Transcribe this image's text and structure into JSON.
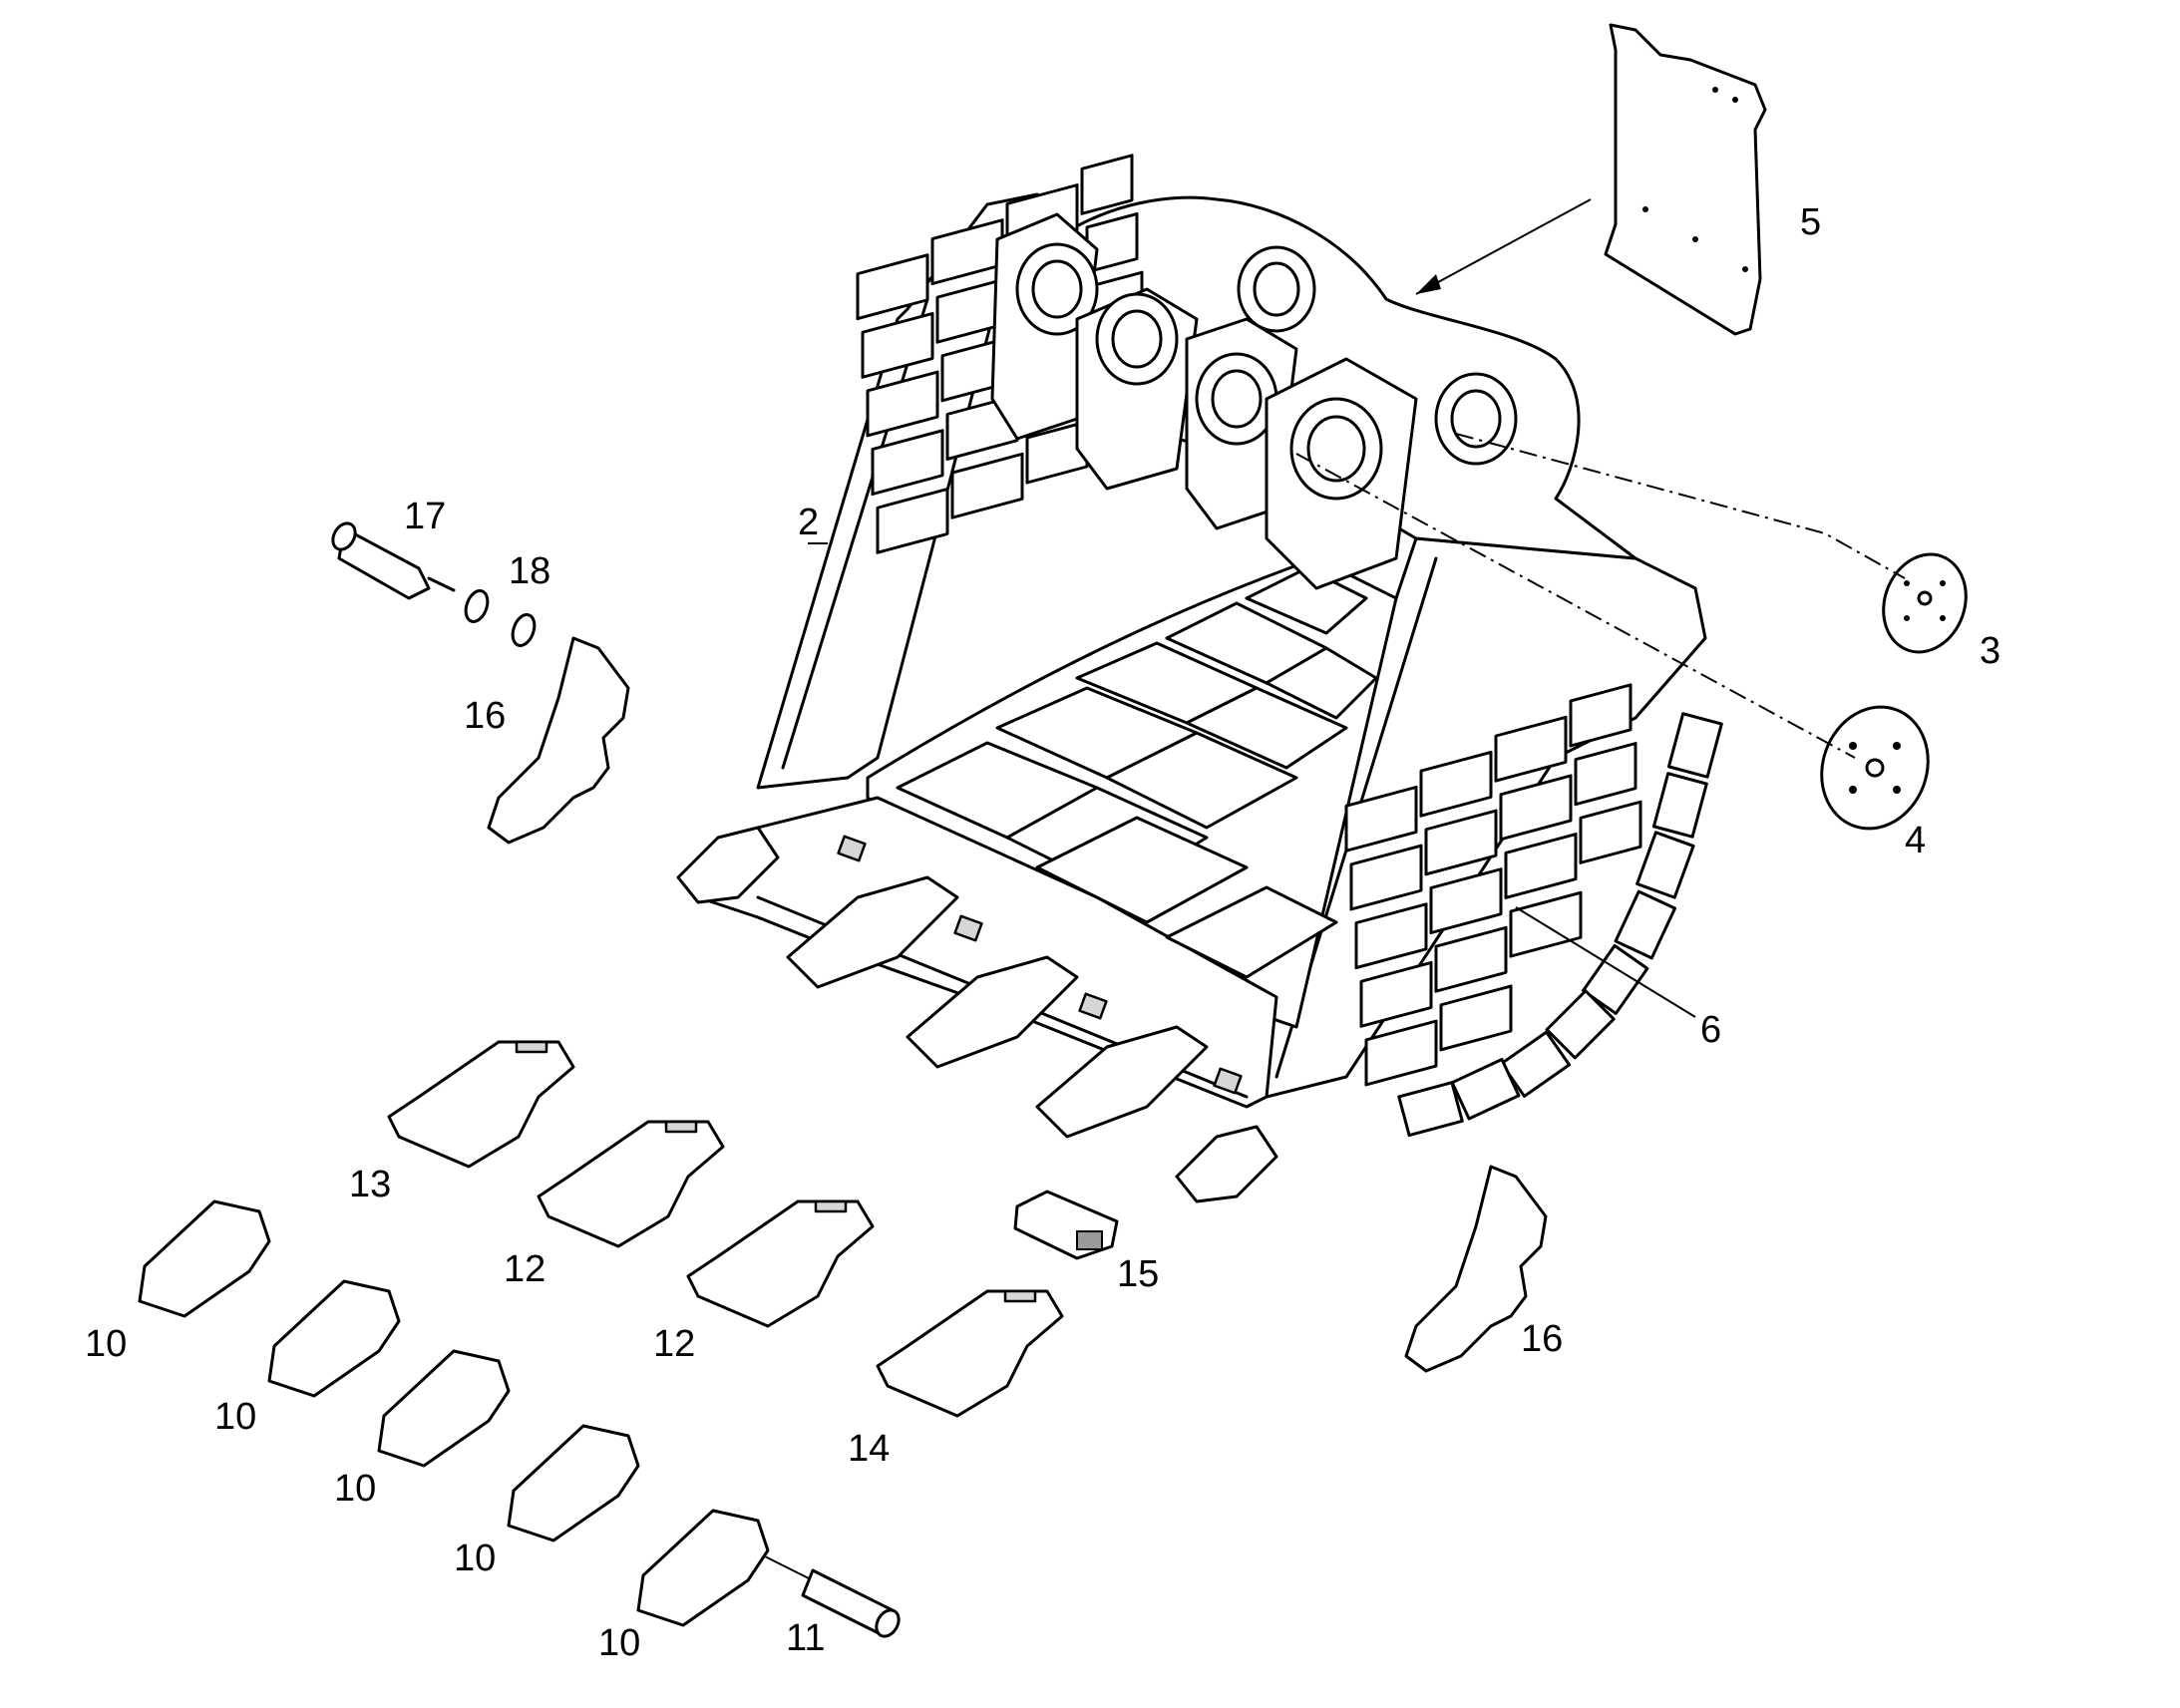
{
  "callouts": [
    {
      "id": "c2",
      "label": "2"
    },
    {
      "id": "c3",
      "label": "3"
    },
    {
      "id": "c4",
      "label": "4"
    },
    {
      "id": "c5",
      "label": "5"
    },
    {
      "id": "c6",
      "label": "6"
    },
    {
      "id": "c10a",
      "label": "10"
    },
    {
      "id": "c10b",
      "label": "10"
    },
    {
      "id": "c10c",
      "label": "10"
    },
    {
      "id": "c10d",
      "label": "10"
    },
    {
      "id": "c10e",
      "label": "10"
    },
    {
      "id": "c11",
      "label": "11"
    },
    {
      "id": "c12a",
      "label": "12"
    },
    {
      "id": "c12b",
      "label": "12"
    },
    {
      "id": "c13",
      "label": "13"
    },
    {
      "id": "c14",
      "label": "14"
    },
    {
      "id": "c15",
      "label": "15"
    },
    {
      "id": "c16a",
      "label": "16"
    },
    {
      "id": "c16b",
      "label": "16"
    },
    {
      "id": "c17",
      "label": "17"
    },
    {
      "id": "c18",
      "label": "18"
    }
  ]
}
